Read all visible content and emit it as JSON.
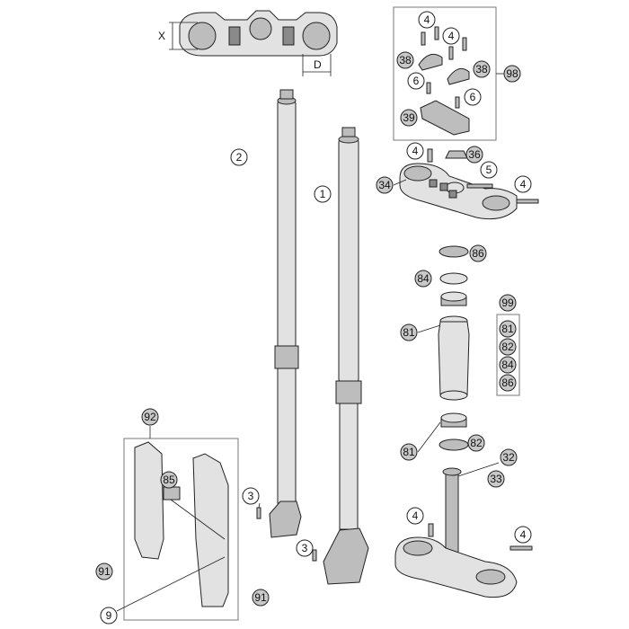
{
  "diagram": {
    "dimensions": {
      "x_label": "X",
      "d_label": "D"
    },
    "callouts": {
      "clamp_kit_bolt_a": "4",
      "clamp_kit_bolt_b": "4",
      "clamp_left": "38",
      "clamp_right": "38",
      "clamp_screw_a": "6",
      "clamp_screw_b": "6",
      "clamp_base": "39",
      "clamp_kit": "98",
      "top_clamp_bolt": "4",
      "steering_nut": "36",
      "top_clamp_screw": "5",
      "top_triple_clamp": "34",
      "top_clamp_side_bolt": "4",
      "dust_cap": "86",
      "seal_ring": "84",
      "upper_bearing": "81",
      "bearing_kit": "99",
      "bearing_kit_items": [
        "81",
        "82",
        "84",
        "86"
      ],
      "lower_bearing": "81",
      "lower_seal": "82",
      "steering_stem_assembly": "32",
      "steering_stem": "33",
      "bottom_clamp_bolt": "4",
      "bottom_clamp_side_bolt": "4",
      "fork_leg_left": "2",
      "fork_leg_right": "1",
      "axle_bolt_left": "3",
      "axle_bolt_right": "3",
      "fork_protector_kit": "92",
      "brake_line_guide": "85",
      "protector_screw_left": "91",
      "protector_screw_right": "91",
      "protector_bolt": "9"
    }
  }
}
